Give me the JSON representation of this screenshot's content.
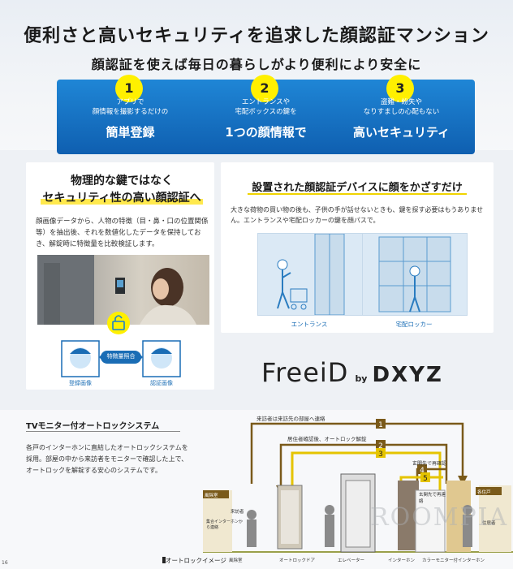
{
  "header": {
    "title": "便利さと高いセキュリティを追求した顔認証マンション",
    "subtitle": "顔認証を使えば毎日の暮らしがより便利により安全に"
  },
  "features": [
    {
      "num": "1",
      "desc1": "アプリで",
      "desc2": "顔情報を撮影するだけの",
      "big": "簡単登録"
    },
    {
      "num": "2",
      "desc1": "エントランスや",
      "desc2": "宅配ボックスの鍵を",
      "big": "1つの顔情報で"
    },
    {
      "num": "3",
      "desc1": "盗難・紛失や",
      "desc2": "なりすましの心配もない",
      "big": "高いセキュリティ"
    }
  ],
  "left_panel": {
    "title1": "物理的な鍵ではなく",
    "title2": "セキュリティ性の高い顔認証へ",
    "body": "顔画像データから、人物の特徴（目・鼻・口の位置関係等）を抽出後、それを数値化したデータを保持しておき、解錠時に特徴量を比較検証します。",
    "match_label": "特徴量照合",
    "face1_label": "登録画像",
    "face2_label": "認証画像"
  },
  "right_panel": {
    "title": "設置された顔認証デバイスに顔をかざすだけ",
    "body": "大きな荷物の買い物の後も、子供の手が話せないときも、鍵を探す必要はもうありません。エントランスや宅配ロッカーの鍵を顔パスで。",
    "illus1_label": "エントランス",
    "illus2_label": "宅配ロッカー"
  },
  "logo": {
    "name": "FreeiD",
    "by": "by",
    "brand": "DXYZ"
  },
  "tv_section": {
    "title": "TVモニター付オートロックシステム",
    "body": "各戸のインターホンに直結したオートロックシステムを採用。部屋の中から来訪者をモニターで確認した上で、オートロックを解錠する安心のシステムです。"
  },
  "diagram": {
    "caption": "オートロックイメージ",
    "step1": "来訪者は来訪先の部屋へ連絡",
    "step2": "居住者確認後、オートロック解錠",
    "step3": "玄関先で再確認",
    "step4": "",
    "label_left_area": "風除室",
    "label_right_area": "各住戸",
    "label_visitor": "来訪者",
    "label_intercom": "集合インターホンから連絡",
    "label_resident": "住居者",
    "label_front": "玄関先で再連絡",
    "bottom_labels": [
      "風除室",
      "オートロックドア",
      "エレベーター",
      "インターホン",
      "カラーモニター付インターホン"
    ],
    "corner_num": "16"
  },
  "watermark": "ROOMPIA",
  "colors": {
    "card_blue": "#0f5fb0",
    "accent_yellow": "#fff000",
    "arrow_brown": "#7a5a1a",
    "arrow_yellow": "#e5c400"
  }
}
